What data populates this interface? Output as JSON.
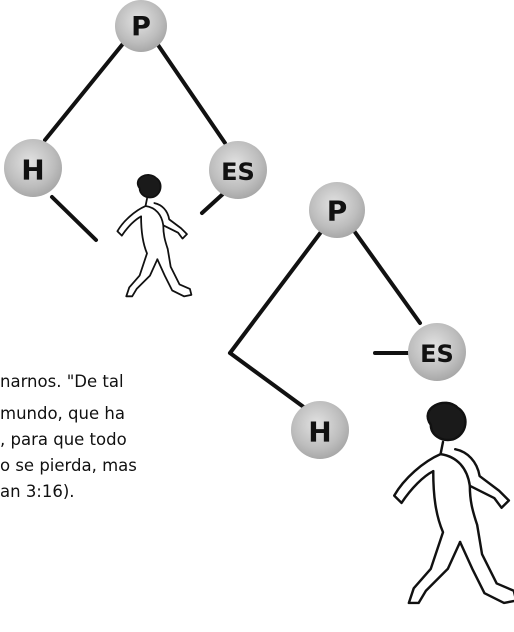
{
  "diagram_top": {
    "nodes": {
      "p": "P",
      "h": "H",
      "es": "ES"
    }
  },
  "diagram_bottom": {
    "nodes": {
      "p": "P",
      "h": "H",
      "es": "ES"
    }
  },
  "text_fragment": {
    "lines": [
      "narnos. \"De tal",
      "mundo, que ha",
      ", para que todo",
      "o se pierda, mas",
      "an 3:16)."
    ]
  },
  "colors": {
    "node_fill": "#bdbdbd",
    "node_highlight": "#d9d9d9",
    "line": "#111111",
    "text": "#111111"
  }
}
